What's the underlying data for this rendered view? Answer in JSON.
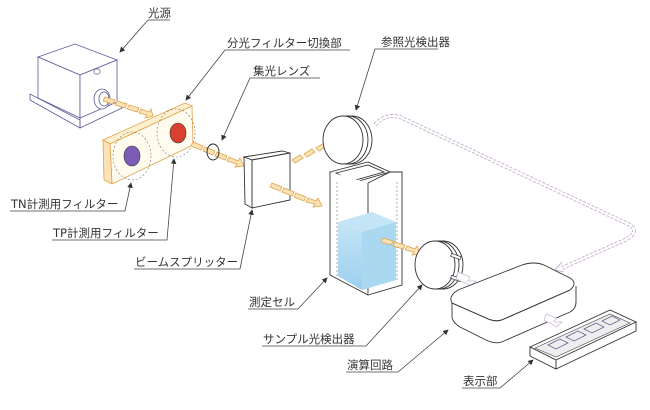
{
  "diagram": {
    "type": "optical-measurement-schematic",
    "labels": {
      "light_source": "光源",
      "filter_switcher": "分光フィルター切換部",
      "condenser_lens": "集光レンズ",
      "reference_detector": "参照光検出器",
      "tn_filter": "TN計測用フィルター",
      "tp_filter": "TP計測用フィルター",
      "beam_splitter": "ビームスプリッター",
      "measurement_cell": "測定セル",
      "sample_detector": "サンプル光検出器",
      "computing_circuit": "演算回路",
      "display": "表示部"
    },
    "colors": {
      "beam_fill": "#fbe3b8",
      "beam_stroke": "#e2a24a",
      "tn_filter": "#7b5bb5",
      "tp_filter": "#d8402f",
      "liquid": "#a9d8f0",
      "signal_line": "#c9b6cf",
      "housing": "#5a5a9a"
    }
  }
}
